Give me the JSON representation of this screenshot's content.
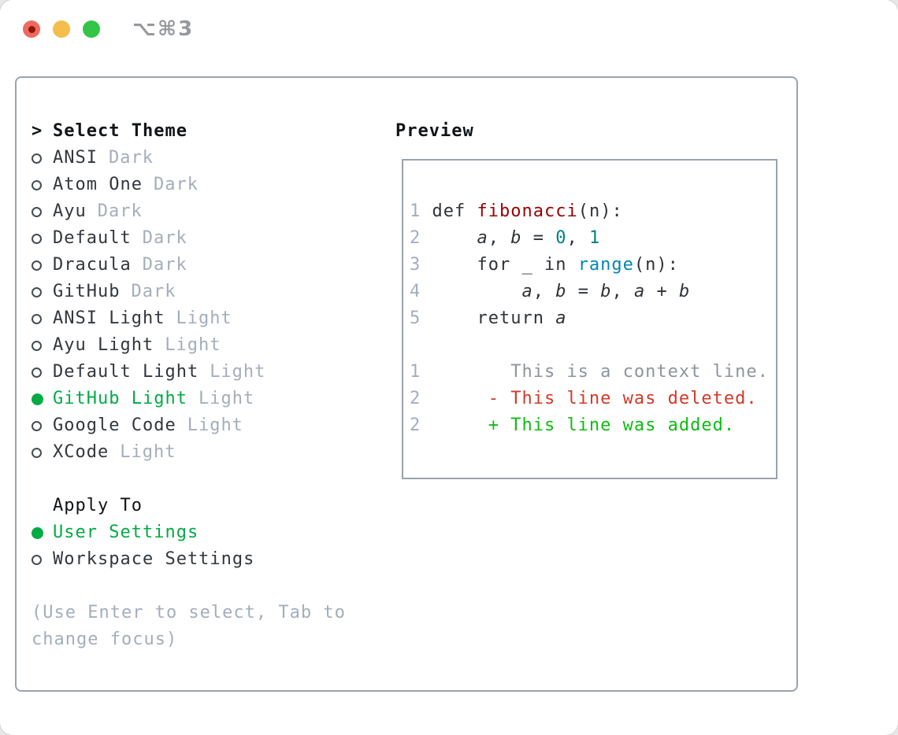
{
  "window": {
    "title": "⌥⌘3",
    "buttons": {
      "close": "close",
      "minimize": "minimize",
      "zoom": "zoom"
    }
  },
  "colors": {
    "accent_green": "#00ab44",
    "added_green": "#0ebc12",
    "deleted_red": "#d13a28",
    "context_gray": "#8e959c",
    "muted_gray": "#a4aebb",
    "text_dark": "#32373d",
    "border_gray": "#9aa3ae",
    "syntax": {
      "kw": "#2f3337",
      "pl": "#2f3337",
      "fn": "#990000",
      "num": "#008080",
      "bi": "#0086b3",
      "var": "#2f3337"
    }
  },
  "menu": {
    "header": {
      "prompt": ">",
      "label": "Select Theme"
    },
    "items": [
      {
        "name": "ANSI",
        "variant": "Dark",
        "selected": false
      },
      {
        "name": "Atom One",
        "variant": "Dark",
        "selected": false
      },
      {
        "name": "Ayu",
        "variant": "Dark",
        "selected": false
      },
      {
        "name": "Default",
        "variant": "Dark",
        "selected": false
      },
      {
        "name": "Dracula",
        "variant": "Dark",
        "selected": false
      },
      {
        "name": "GitHub",
        "variant": "Dark",
        "selected": false
      },
      {
        "name": "ANSI Light",
        "variant": "Light",
        "selected": false
      },
      {
        "name": "Ayu Light",
        "variant": "Light",
        "selected": false
      },
      {
        "name": "Default Light",
        "variant": "Light",
        "selected": false
      },
      {
        "name": "GitHub Light",
        "variant": "Light",
        "selected": true
      },
      {
        "name": "Google Code",
        "variant": "Light",
        "selected": false
      },
      {
        "name": "XCode",
        "variant": "Light",
        "selected": false
      }
    ],
    "apply_to": {
      "header": "Apply To",
      "options": [
        {
          "label": "User Settings",
          "selected": true
        },
        {
          "label": "Workspace Settings",
          "selected": false
        }
      ]
    },
    "hint_lines": [
      "(Use Enter to select, Tab to",
      "change focus)"
    ]
  },
  "preview": {
    "header": "Preview",
    "code_lines": [
      {
        "num": "1",
        "tokens": [
          {
            "t": "def ",
            "s": "kw"
          },
          {
            "t": "fibonacci",
            "s": "fn"
          },
          {
            "t": "(n):",
            "s": "pl"
          }
        ]
      },
      {
        "num": "2",
        "tokens": [
          {
            "t": "    ",
            "s": "pl"
          },
          {
            "t": "a",
            "s": "var"
          },
          {
            "t": ", ",
            "s": "pl"
          },
          {
            "t": "b",
            "s": "var"
          },
          {
            "t": " = ",
            "s": "pl"
          },
          {
            "t": "0",
            "s": "num"
          },
          {
            "t": ", ",
            "s": "pl"
          },
          {
            "t": "1",
            "s": "num"
          }
        ]
      },
      {
        "num": "3",
        "tokens": [
          {
            "t": "    for _ in ",
            "s": "pl"
          },
          {
            "t": "range",
            "s": "bi"
          },
          {
            "t": "(n):",
            "s": "pl"
          }
        ]
      },
      {
        "num": "4",
        "tokens": [
          {
            "t": "        ",
            "s": "pl"
          },
          {
            "t": "a",
            "s": "var"
          },
          {
            "t": ", ",
            "s": "pl"
          },
          {
            "t": "b",
            "s": "var"
          },
          {
            "t": " = ",
            "s": "pl"
          },
          {
            "t": "b",
            "s": "var"
          },
          {
            "t": ", ",
            "s": "pl"
          },
          {
            "t": "a",
            "s": "var"
          },
          {
            "t": " + ",
            "s": "pl"
          },
          {
            "t": "b",
            "s": "var"
          }
        ]
      },
      {
        "num": "5",
        "tokens": [
          {
            "t": "    return ",
            "s": "kw"
          },
          {
            "t": "a",
            "s": "var"
          }
        ]
      }
    ],
    "diff_lines": [
      {
        "num": "1",
        "body": "       This is a context line.",
        "kind": "context"
      },
      {
        "num": "2",
        "body": "     - This line was deleted.",
        "kind": "deleted"
      },
      {
        "num": "2",
        "body": "     + This line was added.",
        "kind": "added"
      }
    ]
  }
}
